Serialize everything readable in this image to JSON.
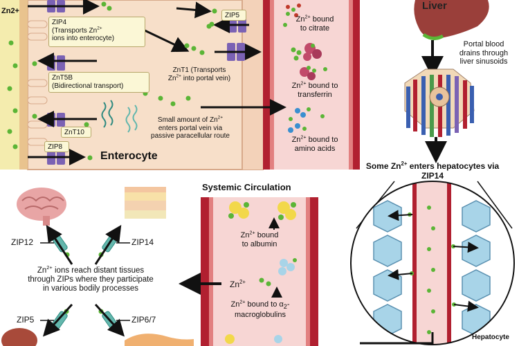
{
  "enterocyte": {
    "zn_label": "Zn2+",
    "zip4_text": "ZIP4",
    "zip4_desc_line1": "(Transports Zn",
    "zip4_desc_sup": "2+",
    "zip4_desc_line2": "ions into enterocyte)",
    "znt5b_text": "ZnT5B",
    "znt5b_desc": "(Bidirectional transport)",
    "znt10_text": "ZnT10",
    "zip8_text": "ZIP8",
    "zip5_text": "ZIP5",
    "znt1_line1": "ZnT1 (Transports",
    "znt1_line2": "Zn",
    "znt1_sup": "2+",
    "znt1_line2b": " into portal vein)",
    "paracellular_line1": "Small amount of Zn",
    "paracellular_sup": "2+",
    "paracellular_line2": "enters portal vein via",
    "paracellular_line3": "passive paracellular route",
    "title": "Enterocyte"
  },
  "portal_vein": {
    "citrate_a": "Zn",
    "citrate_sup": "2+",
    "citrate_b": " bound",
    "citrate_c": "to citrate",
    "transferrin_a": "Zn",
    "transferrin_sup": "2+",
    "transferrin_b": " bound to",
    "transferrin_c": "transferrin",
    "amino_a": "Zn",
    "amino_sup": "2+",
    "amino_b": " bound to",
    "amino_c": "amino acids"
  },
  "liver": {
    "title": "Liver",
    "portal_line1": "Portal blood",
    "portal_line2": "drains through",
    "portal_line3": "liver sinusoids",
    "hepatocyte_entry_a": "Some Zn",
    "hepatocyte_entry_sup": "2+",
    "hepatocyte_entry_b": " enters hepatocytes via",
    "hepatocyte_entry_c": "ZIP14",
    "hepatocyte_label": "Hepatocyte"
  },
  "systemic": {
    "title": "Systemic Circulation",
    "albumin_a": "Zn",
    "albumin_sup": "2+",
    "albumin_b": " bound",
    "albumin_c": "to albumin",
    "free_a": "Zn",
    "free_sup": "2+",
    "macro_a": "Zn",
    "macro_sup": "2+",
    "macro_b": " bound to α",
    "macro_sub": "2",
    "macro_b2": "-",
    "macro_c": "macroglobulins"
  },
  "tissues": {
    "zip12": "ZIP12",
    "zip14": "ZIP14",
    "zip5": "ZIP5",
    "zip67": "ZIP6/7",
    "desc_a": "Zn",
    "desc_sup": "2+",
    "desc_b": " ions reach distant tissues",
    "desc_c": "through ZIPs where they participate",
    "desc_d": "in various bodily processes"
  },
  "colors": {
    "zinc": "#5bb536",
    "transporter": "#7b62b4",
    "transporter_teal": "#63b7ad",
    "vessel": "#b12030",
    "vessel_fill": "#f7d6d4",
    "cell": "#f7dfc9",
    "cell_border": "#d7a98a"
  }
}
